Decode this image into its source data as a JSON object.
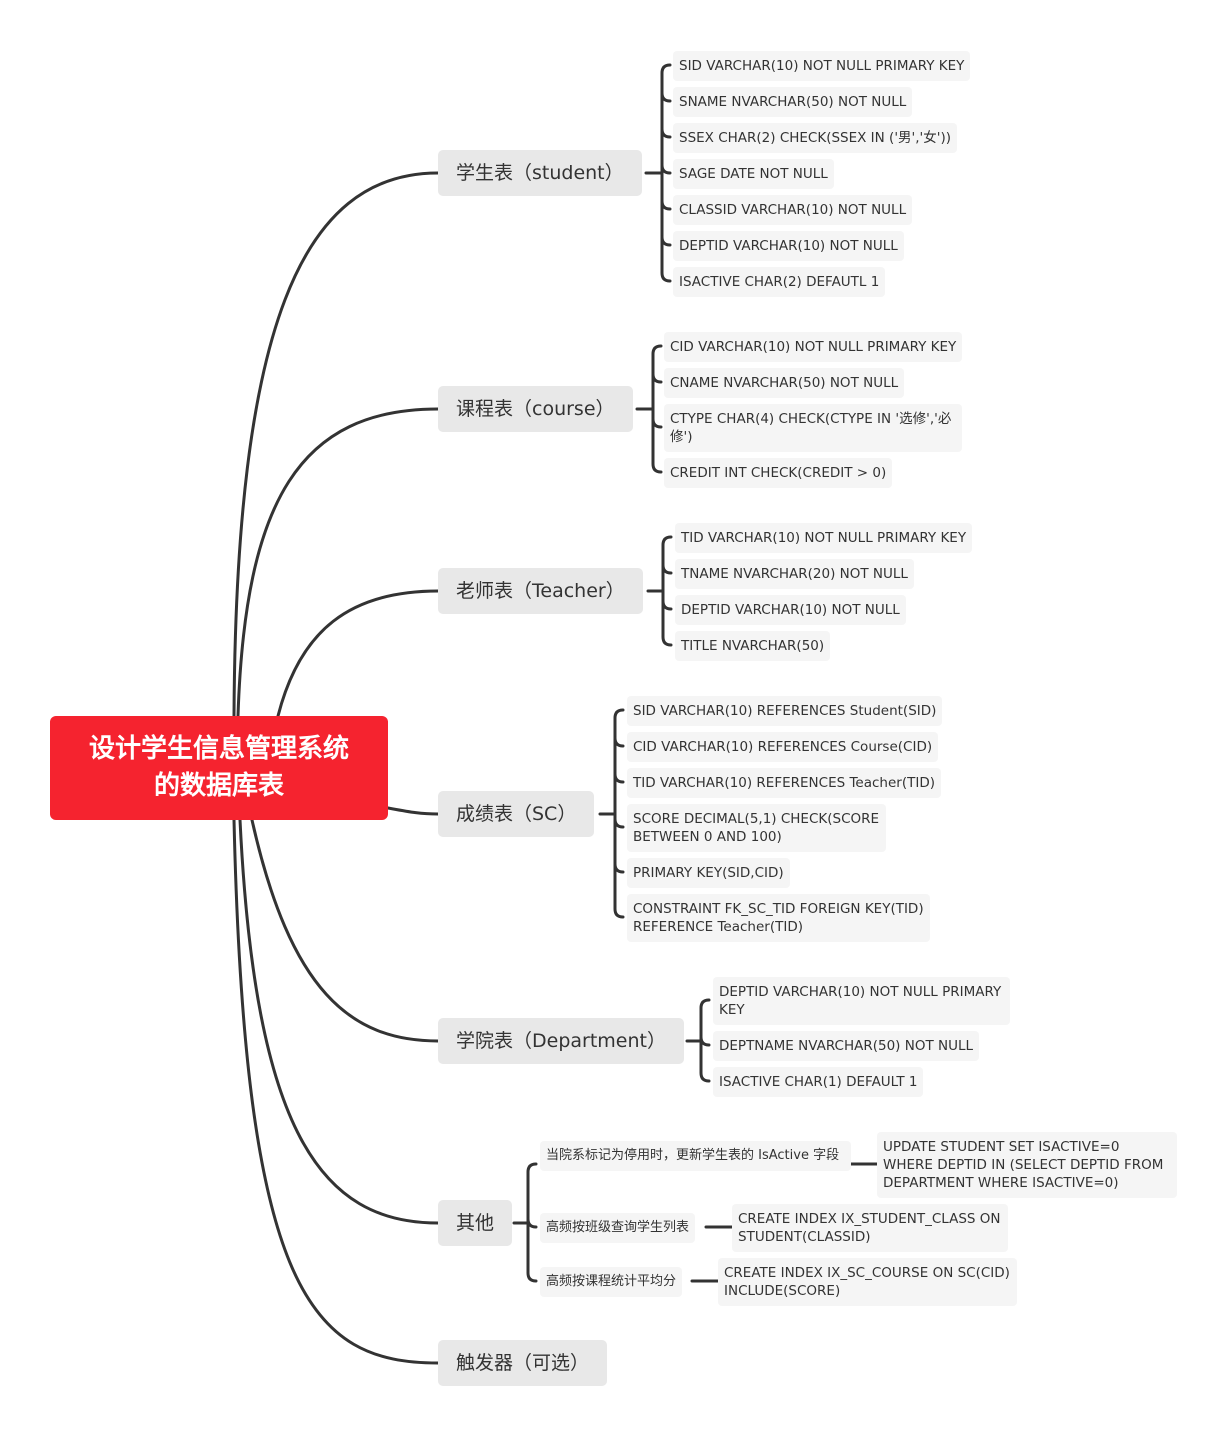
{
  "root": {
    "line1": "设计学生信息管理系统",
    "line2": "的数据库表"
  },
  "branches": {
    "student": {
      "label": "学生表（student）",
      "fields": [
        "SID VARCHAR(10) NOT NULL PRIMARY KEY",
        "SNAME NVARCHAR(50) NOT NULL",
        "SSEX CHAR(2) CHECK(SSEX IN ('男','女'))",
        "SAGE DATE NOT NULL",
        "CLASSID VARCHAR(10) NOT NULL",
        "DEPTID VARCHAR(10) NOT NULL",
        "ISACTIVE CHAR(2) DEFAUTL 1"
      ]
    },
    "course": {
      "label": "课程表（course）",
      "fields": [
        "CID VARCHAR(10) NOT NULL PRIMARY KEY",
        "CNAME NVARCHAR(50) NOT NULL",
        "CTYPE CHAR(4) CHECK(CTYPE IN '选修','必修')",
        "CREDIT INT CHECK(CREDIT > 0)"
      ]
    },
    "teacher": {
      "label": "老师表（Teacher）",
      "fields": [
        "TID VARCHAR(10) NOT NULL PRIMARY KEY",
        "TNAME NVARCHAR(20) NOT NULL",
        "DEPTID VARCHAR(10) NOT NULL",
        "TITLE NVARCHAR(50)"
      ]
    },
    "sc": {
      "label": "成绩表（SC）",
      "fields": [
        "SID VARCHAR(10) REFERENCES Student(SID)",
        "CID VARCHAR(10) REFERENCES Course(CID)",
        "TID VARCHAR(10) REFERENCES Teacher(TID)",
        "SCORE DECIMAL(5,1) CHECK(SCORE BETWEEN 0 AND 100)",
        "PRIMARY KEY(SID,CID)",
        "CONSTRAINT FK_SC_TID FOREIGN KEY(TID) REFERENCE Teacher(TID)"
      ]
    },
    "department": {
      "label": "学院表（Department）",
      "fields": [
        "DEPTID VARCHAR(10) NOT NULL PRIMARY KEY",
        "DEPTNAME NVARCHAR(50) NOT NULL",
        "ISACTIVE CHAR(1) DEFAULT 1"
      ]
    },
    "other": {
      "label": "其他",
      "items": [
        {
          "note": "当院系标记为停用时，更新学生表的 IsActive 字段",
          "sql": "UPDATE STUDENT SET ISACTIVE=0 WHERE DEPTID IN (SELECT DEPTID FROM DEPARTMENT WHERE ISACTIVE=0)"
        },
        {
          "note": "高频按班级查询学生列表",
          "sql": "CREATE INDEX IX_STUDENT_CLASS ON STUDENT(CLASSID)"
        },
        {
          "note": "高频按课程统计平均分",
          "sql": "CREATE INDEX IX_SC_COURSE ON SC(CID) INCLUDE(SCORE)"
        }
      ]
    },
    "trigger": {
      "label": "触发器（可选）"
    }
  },
  "colors": {
    "root": "#f5232f",
    "branch_bg": "#e8e8e8",
    "leaf_bg": "#f5f5f5",
    "line": "#333333",
    "text": "#333333"
  }
}
